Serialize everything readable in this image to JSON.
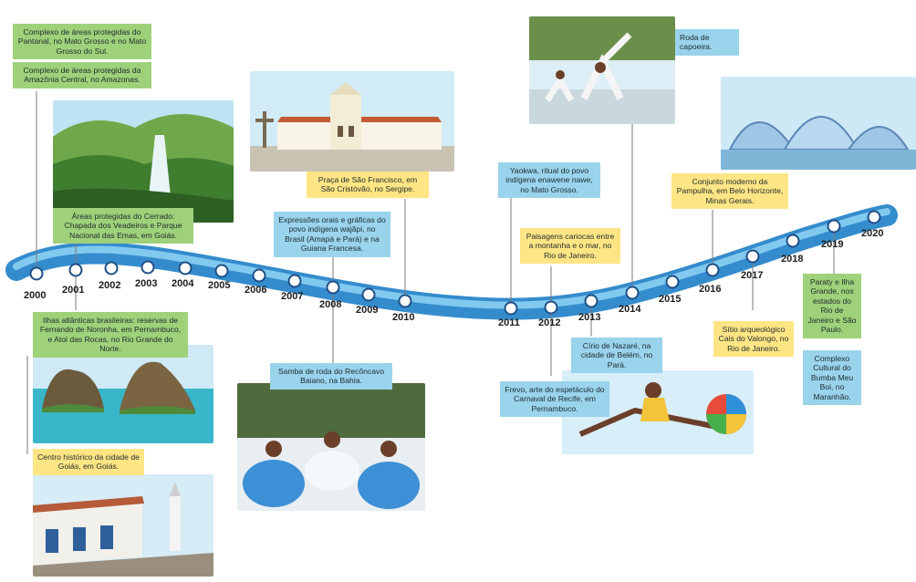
{
  "timeline": {
    "years": [
      "2000",
      "2001",
      "2002",
      "2003",
      "2004",
      "2005",
      "2006",
      "2007",
      "2008",
      "2009",
      "2010",
      "2011",
      "2012",
      "2013",
      "2014",
      "2015",
      "2016",
      "2017",
      "2018",
      "2019",
      "2020"
    ]
  },
  "events": {
    "pantanal": "Complexo de áreas protegidas do Pantanal, no Mato Grosso e no Mato Grosso do Sul.",
    "amazonia": "Complexo de áreas protegidas da Amazônia Central, no Amazonas.",
    "cerrado": "Áreas protegidas do Cerrado: Chapada dos Veadeiros e Parque Nacional das Emas, em Goiás.",
    "ilhas": "Ilhas atlânticas brasileiras: reservas de Fernando de Noronha, em Pernambuco, e Atol das Rocas, no Rio Grande do Norte.",
    "goias": "Centro histórico da cidade de Goiás, em Goiás.",
    "wajapi": "Expressões orais e gráficas do povo indígena wajãpi, no Brasil (Amapá e Pará) e na Guiana Francesa.",
    "samba": "Samba de roda do Recôncavo Baiano, na Bahia.",
    "praca": "Praça de São Francisco, em São Cristóvão, no Sergipe.",
    "yaokwa": "Yaokwa, ritual do povo indígena enawene nawe, no Mato Grosso.",
    "frevo": "Frevo, arte do espetáculo do Carnaval de Recife, em Pernambuco.",
    "paisagem": "Paisagens cariocas entre a montanha e o mar, no Rio de Janeiro.",
    "cirio": "Círio de Nazaré, na cidade de Belém, no Pará.",
    "capoeira": "Roda de capoeira.",
    "pampulha": "Conjunto moderno da Pampulha, em Belo Horizonte, Minas Gerais.",
    "valongo": "Sítio arqueológico Cais do Valongo, no Rio de Janeiro.",
    "paraty": "Paraty e Ilha Grande, nos estados do Rio de Janeiro e São Paulo.",
    "bumba": "Complexo Cultural do Bumba Meu Boi, no Maranhão."
  },
  "colors": {
    "green": "#9fd17a",
    "blue": "#9ad3ec",
    "yellow": "#ffe584",
    "ribbon": "#1f7fc8",
    "ribbon_light": "#8fd3f5"
  }
}
